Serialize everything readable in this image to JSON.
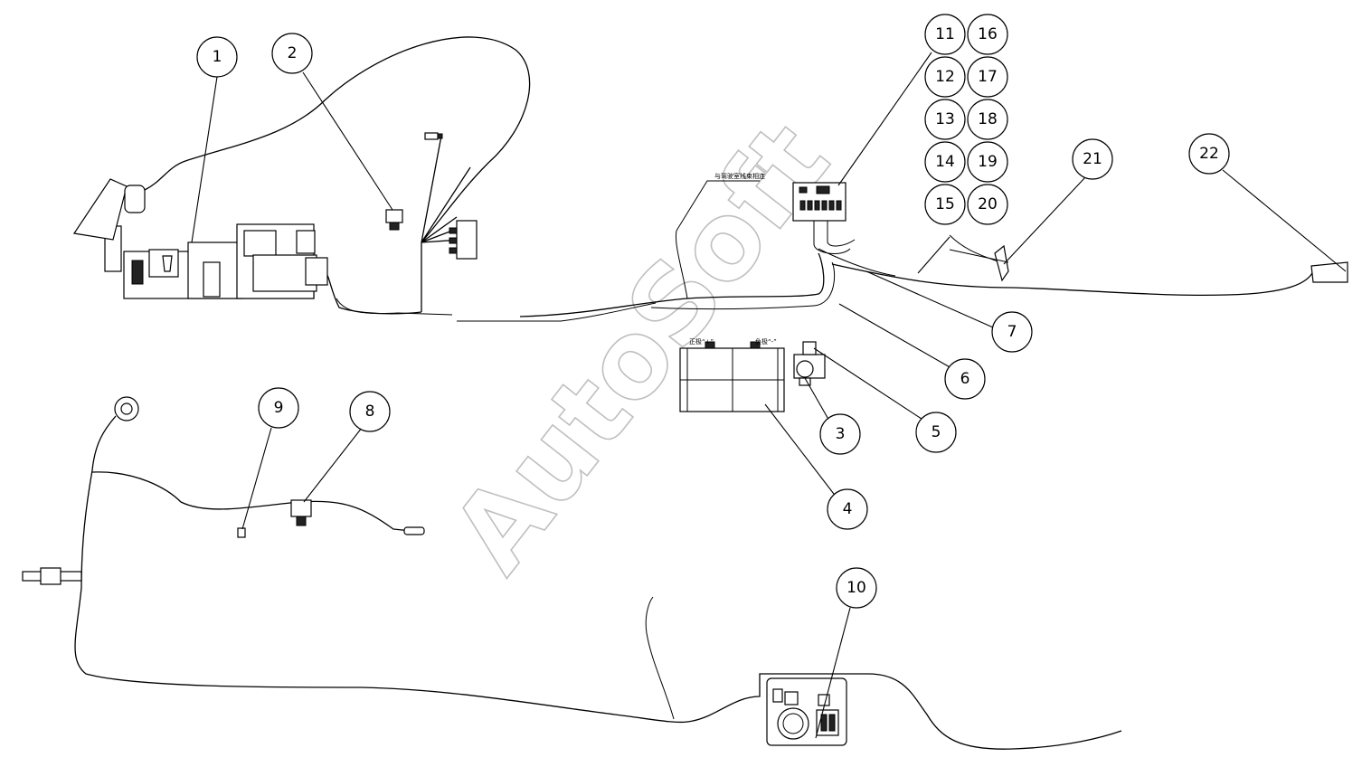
{
  "watermark": "AutoSoft",
  "annotations": {
    "note_top": "与驾驶室线束相连",
    "battery_pos": "正极“+”",
    "battery_neg": "负极“-”"
  },
  "callouts": {
    "c1": "1",
    "c2": "2",
    "c3": "3",
    "c4": "4",
    "c5": "5",
    "c6": "6",
    "c7": "7",
    "c8": "8",
    "c9": "9",
    "c10": "10",
    "c11": "11",
    "c12": "12",
    "c13": "13",
    "c14": "14",
    "c15": "15",
    "c16": "16",
    "c17": "17",
    "c18": "18",
    "c19": "19",
    "c20": "20",
    "c21": "21",
    "c22": "22"
  }
}
